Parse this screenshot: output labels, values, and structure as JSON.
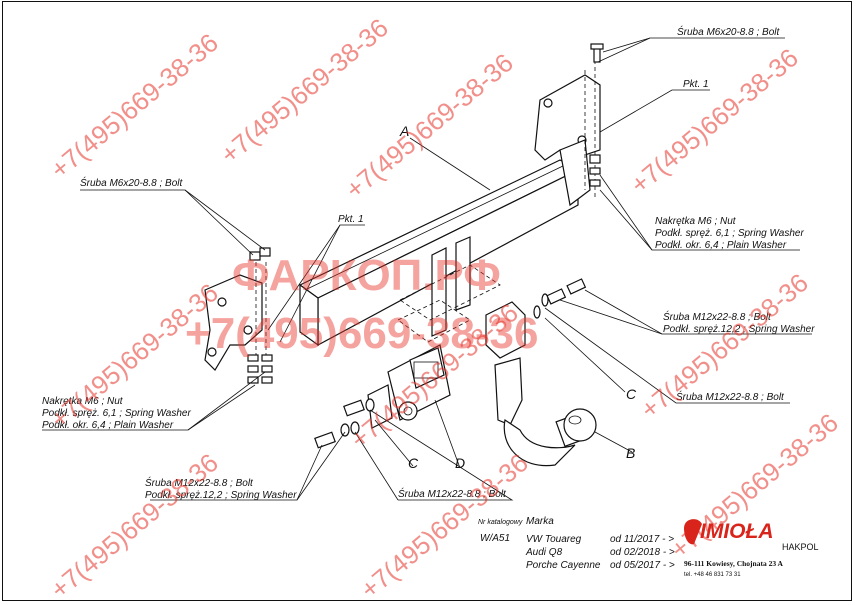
{
  "labels": {
    "top_bolt": "Śruba M6x20-8.8 ;  Bolt",
    "pkt1_top": "Pkt. 1",
    "pkt1_left": "Pkt. 1",
    "left_bolt": "Śruba M6x20-8.8 ;  Bolt",
    "letter_a": "A",
    "nut_right_1": "Nakrętka  M6 ; Nut",
    "nut_right_2": "Podkł. spręż. 6,1 ; Spring Washer",
    "nut_right_3": "Podkł. okr.  6,4 ; Plain Washer",
    "bolt_right_1": "Śruba M12x22-8.8 ;  Bolt",
    "bolt_right_2": "Podkł. spręż.12,2 ; Spring Washer",
    "bolt_right_3": "Śruba M12x22-8.8 ;  Bolt",
    "letter_c_right": "C",
    "letter_b": "B",
    "nut_left_1": "Nakrętka  M6 ; Nut",
    "nut_left_2": "Podkł. spręż. 6,1 ; Spring Washer",
    "nut_left_3": "Podkł. okr.  6,4 ; Plain Washer",
    "letter_c_mid": "C",
    "letter_d": "D",
    "bolt_bottom_1": "Śruba M12x22-8.8 ;  Bolt",
    "bolt_bottom_2": "Podkł. spręż.12,2 ; Spring Washer",
    "bolt_bottom_center": "Śruba M12x22-8.8 ;  Bolt"
  },
  "watermarks": {
    "phone": "+7(495)669-38-36",
    "site": "ФАРКОП.РФ"
  },
  "catalog": {
    "header_nr": "Nr katalogowy",
    "header_brand": "Marka",
    "number": "W/A51",
    "rows": [
      {
        "car": "VW Touareg",
        "date": "od  11/2017 - >"
      },
      {
        "car": "Audi Q8",
        "date": "od  02/2018 - >"
      },
      {
        "car": "Porche Cayenne",
        "date": "od  05/2017 - >"
      }
    ]
  },
  "brand": {
    "logo": "IMIOŁA",
    "sub": "HAKPOL",
    "address": "96-111 Kowiesy, Chojnata 23 A",
    "phone": "tel. +48 46 831 73 31",
    "logo_color": "#d9241b"
  }
}
